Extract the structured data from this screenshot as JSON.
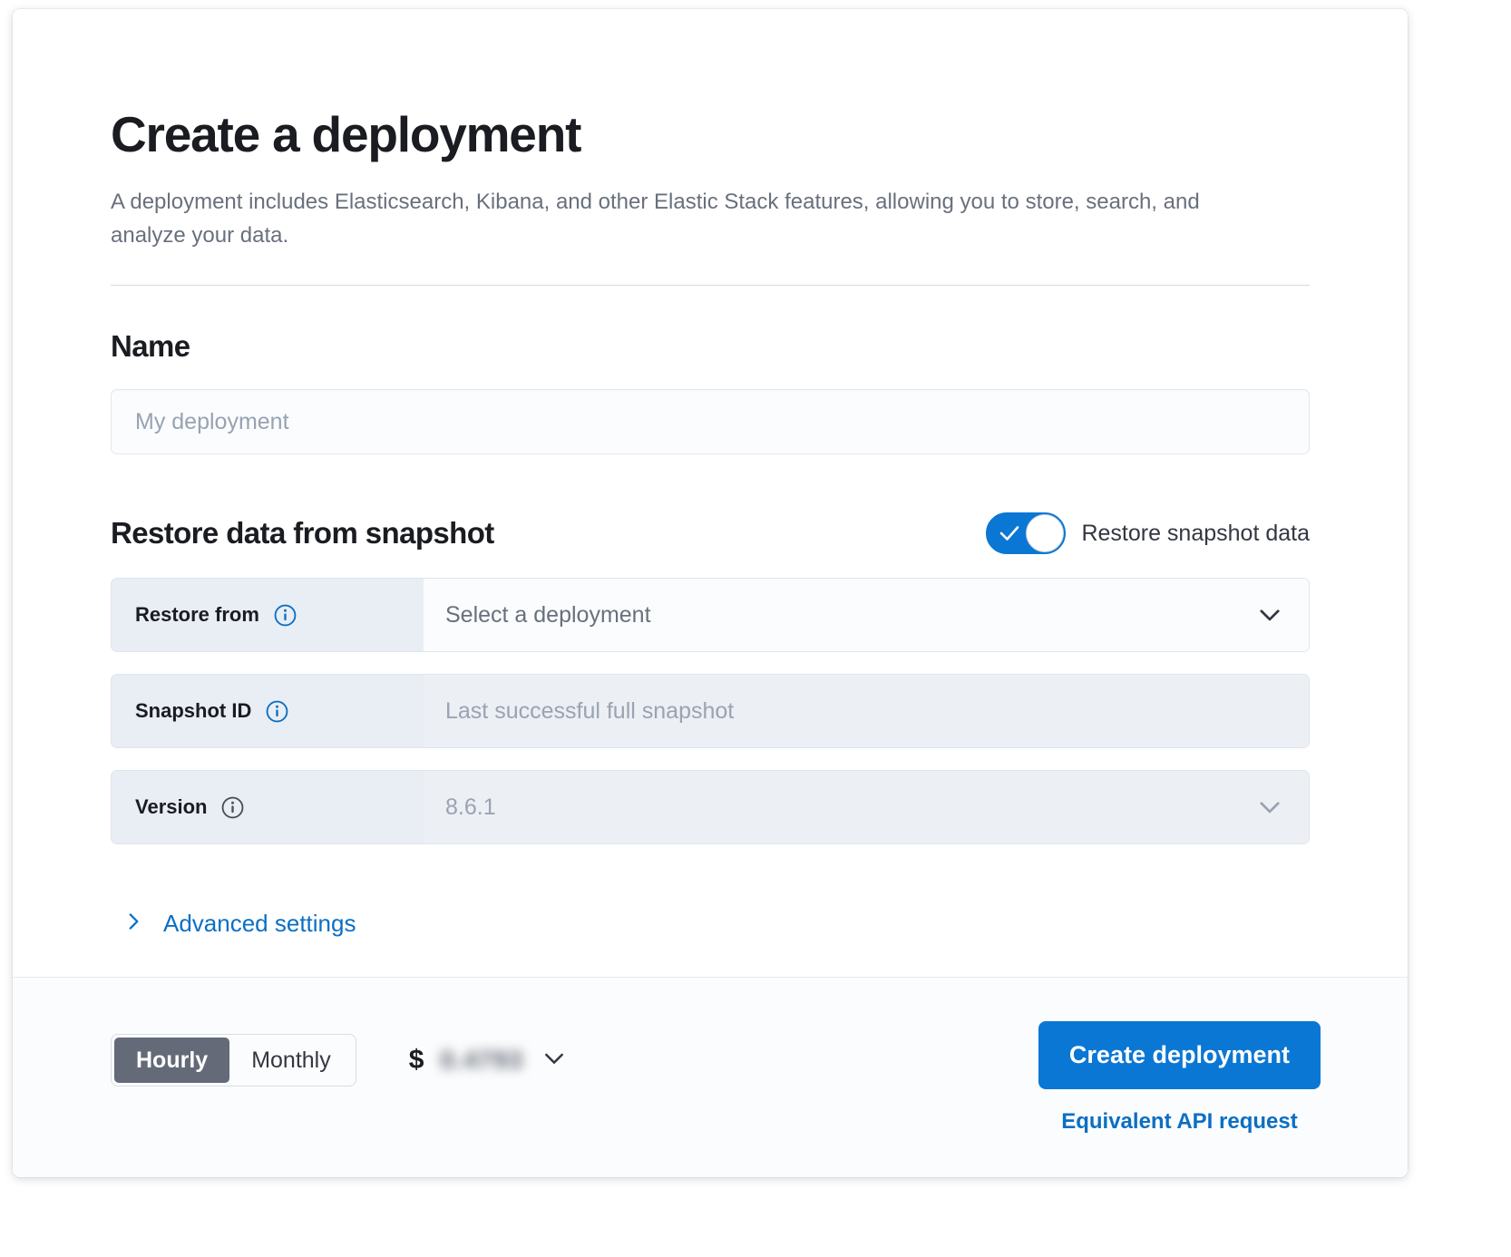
{
  "header": {
    "title": "Create a deployment",
    "description": "A deployment includes Elasticsearch, Kibana, and other Elastic Stack features, allowing you to store, search, and analyze your data."
  },
  "name_section": {
    "heading": "Name",
    "input_placeholder": "My deployment",
    "input_value": ""
  },
  "restore_section": {
    "heading": "Restore data from snapshot",
    "toggle": {
      "label": "Restore snapshot data",
      "checked": true,
      "on_color": "#0b77d4"
    },
    "rows": [
      {
        "label": "Restore from",
        "value": "Select a deployment",
        "info_icon": "info-circle-icon",
        "info_icon_color": "#0b6fc4",
        "control": "dropdown",
        "disabled": false
      },
      {
        "label": "Snapshot ID",
        "value": "Last successful full snapshot",
        "info_icon": "info-circle-icon",
        "info_icon_color": "#0b6fc4",
        "control": "text",
        "disabled": true
      },
      {
        "label": "Version",
        "value": "8.6.1",
        "info_icon": "info-circle-icon",
        "info_icon_color": "#4a4f59",
        "control": "dropdown",
        "disabled": true
      }
    ],
    "advanced_settings": {
      "label": "Advanced settings",
      "icon": "chevron-right-icon",
      "expanded": false
    }
  },
  "footer": {
    "billing_options": [
      "Hourly",
      "Monthly"
    ],
    "billing_selected": "Hourly",
    "price": {
      "currency_symbol": "$",
      "amount": "0.4793",
      "redacted": true,
      "chevron": "chevron-down-icon"
    },
    "create_button": "Create deployment",
    "api_link": "Equivalent API request"
  },
  "colors": {
    "accent": "#0b77d4",
    "link": "#0b6fc4",
    "label_bg": "#e9edf4",
    "disabled_bg": "#eceff4"
  }
}
